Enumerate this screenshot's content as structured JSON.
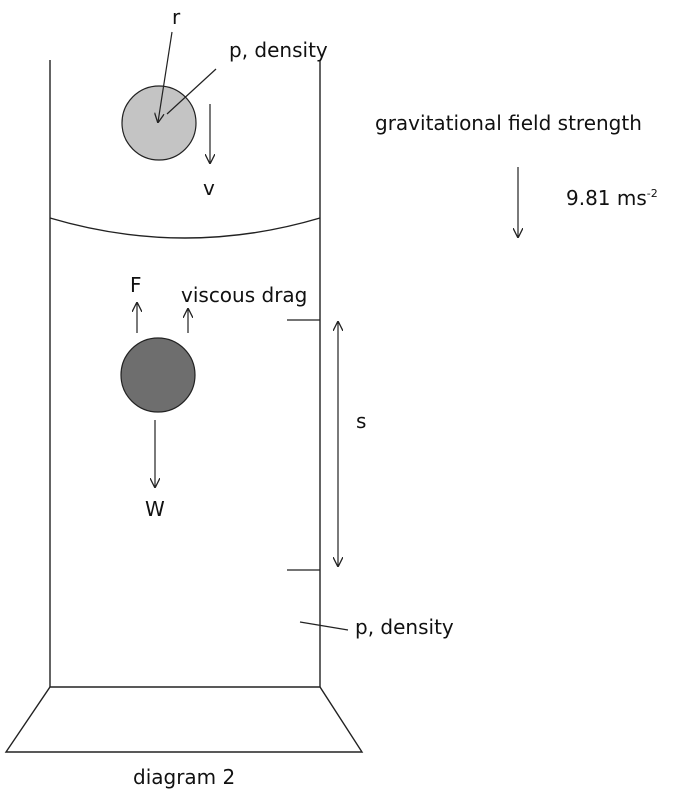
{
  "labels": {
    "radius": "r",
    "sphere_density": "p, density",
    "velocity": "v",
    "gravity_title": "gravitational field strength",
    "gravity_value": "9.81 ms",
    "gravity_exponent": "-2",
    "upthrust": "F",
    "drag": "viscous drag",
    "distance": "s",
    "weight": "W",
    "fluid_density": "p, density",
    "caption": "diagram 2"
  },
  "colors": {
    "stroke": "#222222",
    "sphere_light": "#c4c4c4",
    "sphere_dark": "#6e6e6e"
  }
}
